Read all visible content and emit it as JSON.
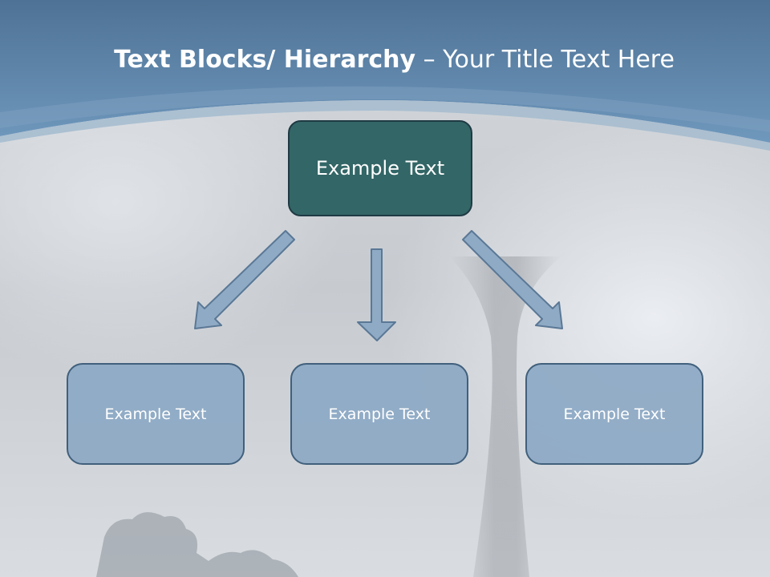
{
  "title": {
    "bold_part": "Text Blocks/ Hierarchy",
    "separator": " – ",
    "normal_part": "Your Title Text Here"
  },
  "hierarchy": {
    "top": {
      "label": "Example Text"
    },
    "children": [
      {
        "label": "Example Text"
      },
      {
        "label": "Example Text"
      },
      {
        "label": "Example Text"
      }
    ]
  },
  "colors": {
    "header_blue": "#5b85a8",
    "top_box_fill": "#336666",
    "child_box_fill": "#8ca8c4",
    "child_box_border": "#41607c",
    "arrow_fill": "#8faac4",
    "arrow_stroke": "#5a7896"
  }
}
